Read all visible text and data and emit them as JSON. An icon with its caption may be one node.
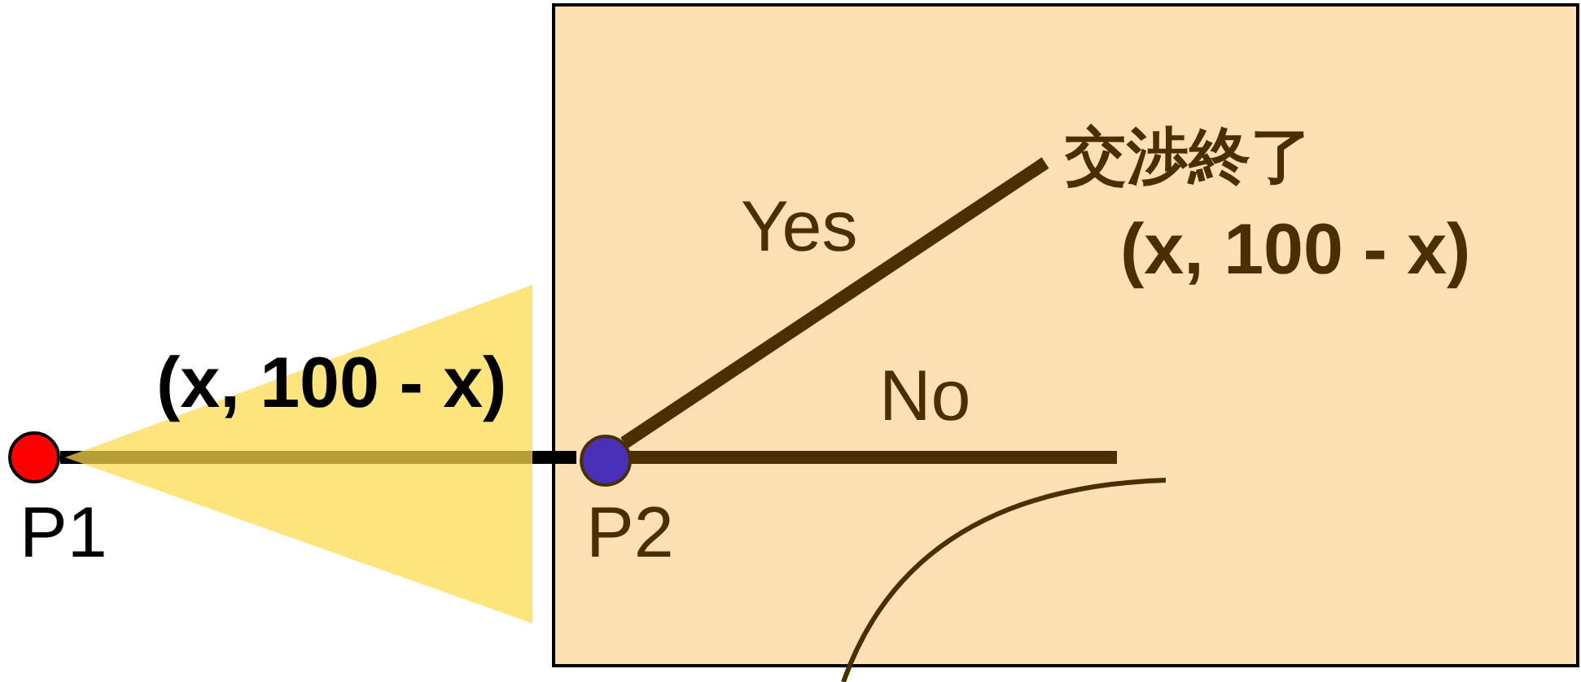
{
  "diagram": {
    "nodes": [
      {
        "text": [],
        "shape": "circle",
        "beside": [
          "P1"
        ]
      },
      {
        "text": [],
        "shape": "box"
      },
      {
        "text": [],
        "shape": "circle",
        "beside": [
          "P2"
        ],
        "in": 1
      },
      {
        "text": [
          "交渉終了",
          "(x, 100 - x)"
        ],
        "in": 1
      }
    ],
    "edges": [
      {
        "from": 0,
        "to": 2,
        "arrow": "none",
        "label": "(x, 100 - x)",
        "color": "#000000"
      },
      {
        "from": 2,
        "to": 3,
        "arrow": "none",
        "label": "Yes"
      },
      {
        "from": 2,
        "to": null,
        "arrow": "none",
        "label": "No"
      }
    ]
  }
}
